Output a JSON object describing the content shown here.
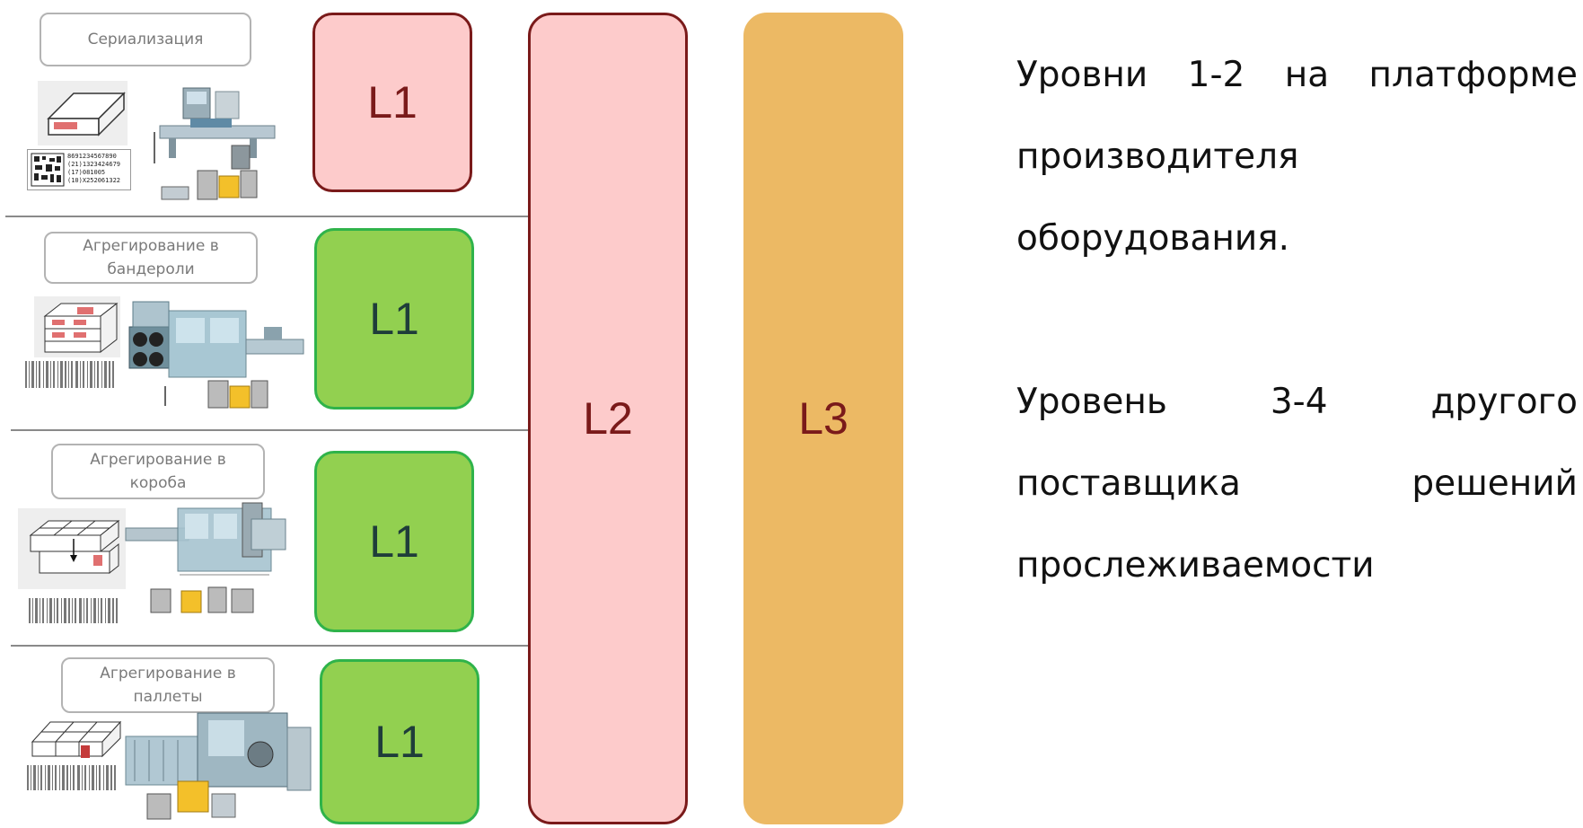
{
  "stages": [
    {
      "label": "Сериализация"
    },
    {
      "label": "Агрегирование  в бандероли"
    },
    {
      "label": "Агрегирование  в короба"
    },
    {
      "label": "Агрегирование  в паллеты"
    }
  ],
  "levels": {
    "l1": [
      "L1",
      "L1",
      "L1",
      "L1"
    ],
    "l2": "L2",
    "l3": "L3"
  },
  "datamatrix_text": [
    "8691234567890",
    "(21)1323424679",
    "(17)081005",
    "(10)X252061322"
  ],
  "description": {
    "p1_lines": [
      [
        "Уровни",
        "1-2",
        "на",
        "платформе"
      ],
      [
        "производителя"
      ],
      [
        "оборудования."
      ]
    ],
    "p2_lines": [
      [
        "Уровень",
        "3-4",
        "другого"
      ],
      [
        "поставщика",
        "решений"
      ],
      [
        "прослеживаемости"
      ]
    ]
  },
  "colors": {
    "l1_serialization": "#fdcbcb",
    "l1_aggregation": "#92d050",
    "l2": "#fdcbcb",
    "l3": "#ecb964",
    "dark_red": "#7a1a1a"
  }
}
